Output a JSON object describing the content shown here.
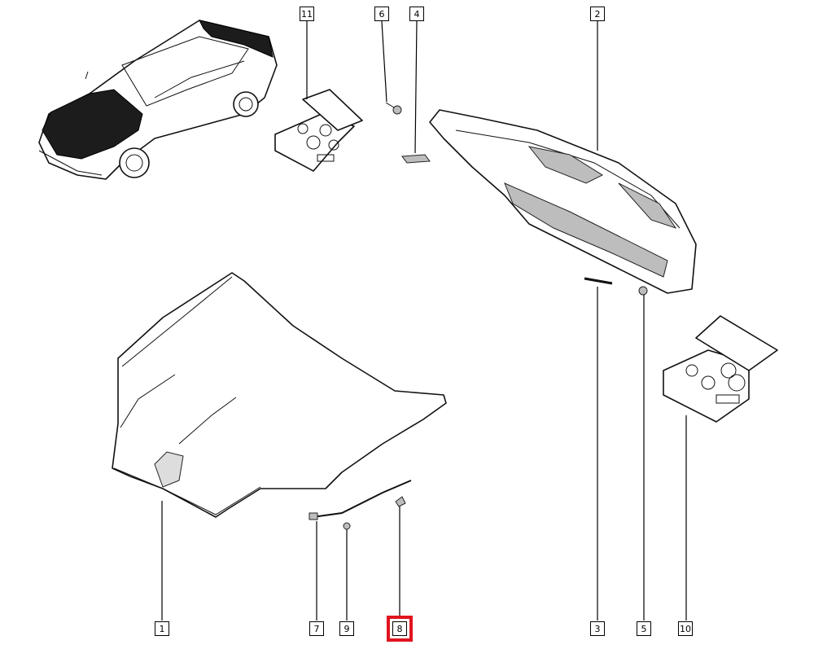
{
  "diagram": {
    "callouts": [
      {
        "id": "1",
        "label": "1"
      },
      {
        "id": "2",
        "label": "2"
      },
      {
        "id": "3",
        "label": "3"
      },
      {
        "id": "4",
        "label": "4"
      },
      {
        "id": "5",
        "label": "5"
      },
      {
        "id": "6",
        "label": "6"
      },
      {
        "id": "7",
        "label": "7"
      },
      {
        "id": "8",
        "label": "8"
      },
      {
        "id": "9",
        "label": "9"
      },
      {
        "id": "10",
        "label": "10"
      },
      {
        "id": "11",
        "label": "11"
      }
    ],
    "highlighted_callout": "8",
    "highlight_color": "#e0141e"
  }
}
